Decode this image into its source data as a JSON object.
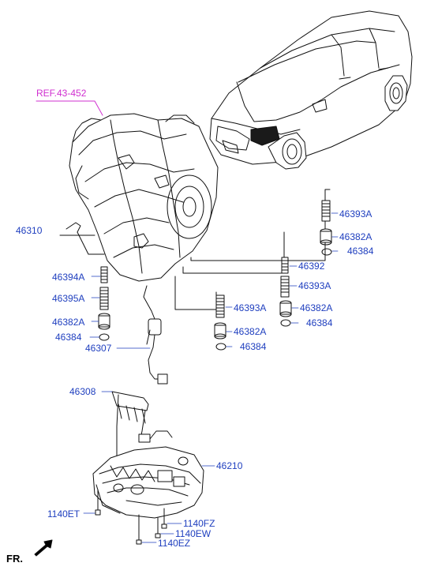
{
  "colors": {
    "part_label": "#1f3fbf",
    "reference_label": "#d02fd0",
    "line_art": "#111111"
  },
  "reference": {
    "text": "REF.43-452"
  },
  "direction": {
    "text": "FR."
  },
  "parts": {
    "p46310": "46310",
    "p46394A": "46394A",
    "p46395A_left": "46395A",
    "p46382A_left": "46382A",
    "p46384_left": "46384",
    "p46307": "46307",
    "p46393A_top": "46393A",
    "p46382A_top": "46382A",
    "p46384_top": "46384",
    "p46392": "46392",
    "p46393A_mid": "46393A",
    "p46382A_mid": "46382A",
    "p46384_mid": "46384",
    "p46393A_low": "46393A",
    "p46382A_low": "46382A",
    "p46384_low": "46384",
    "p46308": "46308",
    "p46210": "46210",
    "p1140ET": "1140ET",
    "p1140FZ": "1140FZ",
    "p1140EW": "1140EW",
    "p1140EZ": "1140EZ"
  }
}
